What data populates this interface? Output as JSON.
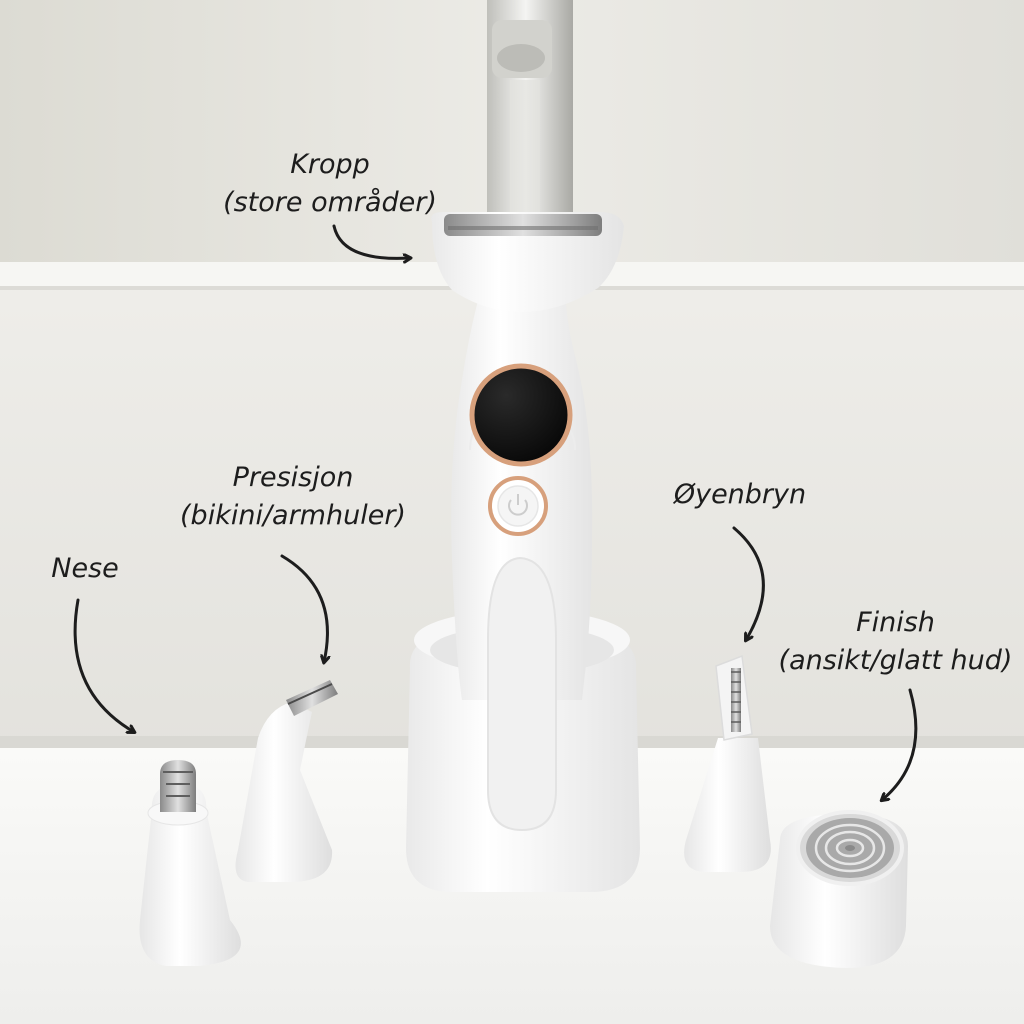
{
  "labels": {
    "body": {
      "title": "Kropp",
      "detail": "(store områder)"
    },
    "precision": {
      "title": "Presisjon",
      "detail": "(bikini/armhuler)"
    },
    "nose": {
      "title": "Nese"
    },
    "eyebrows": {
      "title": "Øyenbryn"
    },
    "finish": {
      "title": "Finish",
      "detail": "(ansikt/glatt hud)"
    }
  },
  "colors": {
    "annotation_text": "#1d1d1d",
    "device_body": "#fbfbfb",
    "rose_gold_accent": "#d7a07c",
    "wall": "#e8e7e1",
    "counter": "#f3f3f1"
  }
}
